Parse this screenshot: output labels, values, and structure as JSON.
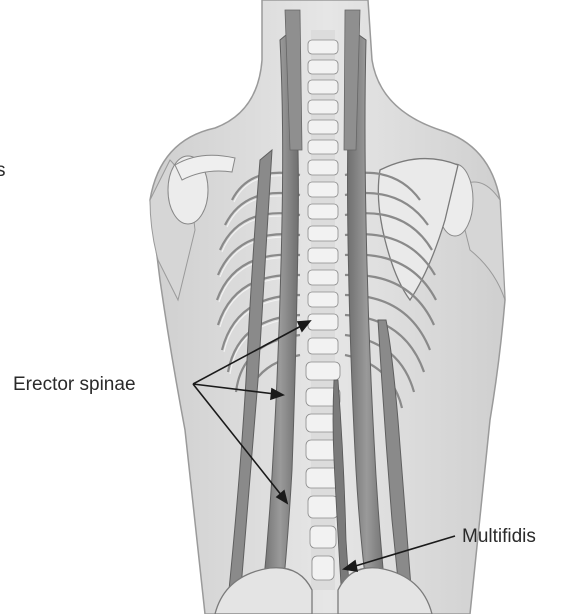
{
  "labels": {
    "fragment": "s",
    "erector_spinae": "Erector spinae",
    "multifidis": "Multifidis"
  },
  "colors": {
    "skin_light": "#e2e2e2",
    "skin_mid": "#c9c9c9",
    "bone": "#efefef",
    "muscle": "#8e8e8e",
    "muscle_dark": "#6f6f6f",
    "outline": "#7a7a7a",
    "arrow": "#1a1a1a"
  }
}
